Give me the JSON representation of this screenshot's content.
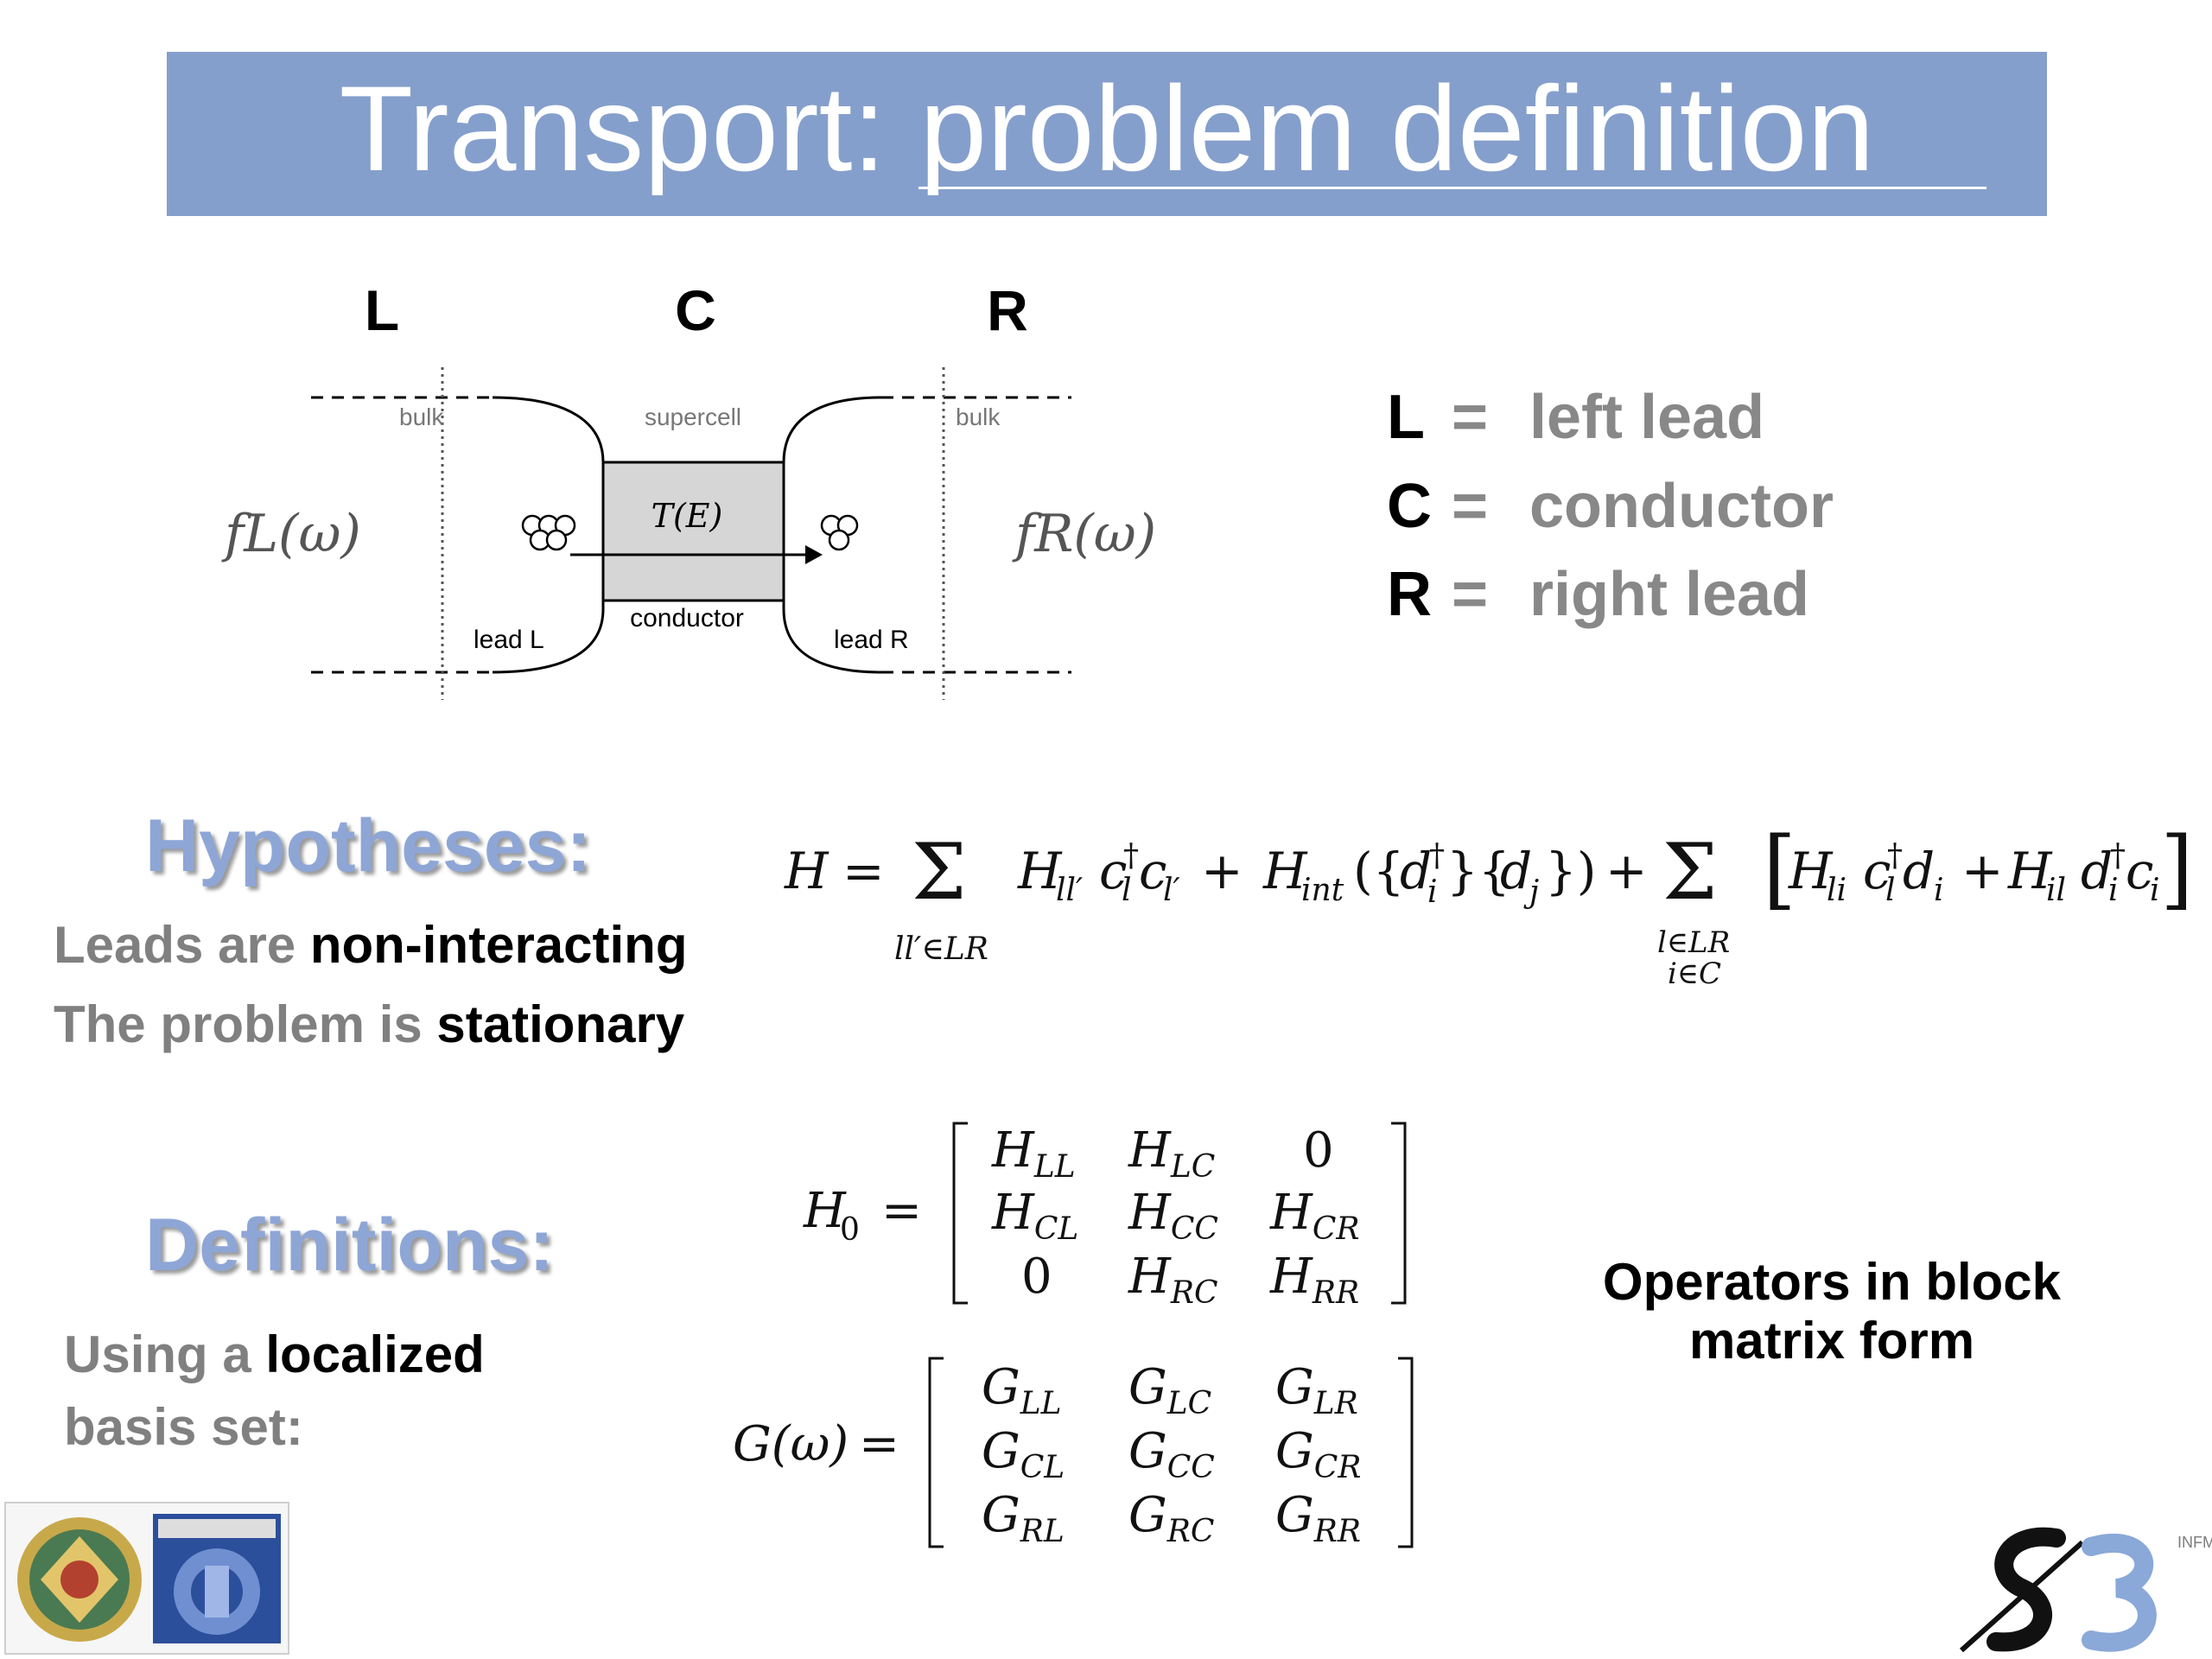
{
  "slide": {
    "title": "Transport: problem definition"
  },
  "diagram": {
    "region_labels": {
      "left": "L",
      "center": "C",
      "right": "R"
    },
    "labels": {
      "bulk_left": "bulk",
      "supercell": "supercell",
      "bulk_right": "bulk",
      "transmission": "T(E)",
      "conductor": "conductor",
      "lead_left": "lead L",
      "lead_right": "lead R",
      "f_left": "fL(ω)",
      "f_right": "fR(ω)"
    }
  },
  "legend": [
    {
      "symbol": "L",
      "eq": "=",
      "desc": "left lead"
    },
    {
      "symbol": "C",
      "eq": "=",
      "desc": "conductor"
    },
    {
      "symbol": "R",
      "eq": "=",
      "desc": "right lead"
    }
  ],
  "hypotheses": {
    "heading": "Hypotheses:",
    "line1_prefix": "Leads are ",
    "line1_emph": "non-interacting",
    "line2_prefix": "The problem is ",
    "line2_emph": "stationary"
  },
  "definitions": {
    "heading": "Definitions:",
    "line1_prefix": "Using a ",
    "line1_emph": "localized",
    "line2": "basis set:"
  },
  "note": {
    "text": "Operators in block matrix form"
  },
  "logo": {
    "text": "INFM"
  },
  "colors": {
    "banner": "#859fcc",
    "heading": "#8ea6d6",
    "gray_text": "#808080"
  }
}
